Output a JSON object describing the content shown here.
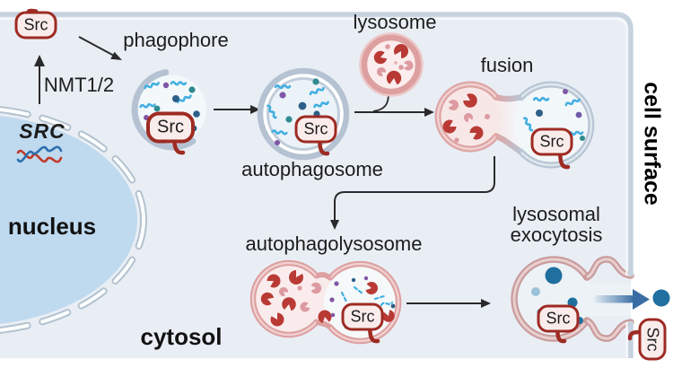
{
  "labels": {
    "phagophore": "phagophore",
    "lysosome": "lysosome",
    "fusion": "fusion",
    "autophagosome": "autophagosome",
    "autophagolysosome": "autophagolysosome",
    "lysosomal_exocytosis": "lysosomal exocytosis",
    "nmt": "NMT1/2",
    "src_gene": "SRC",
    "src_protein": "Src",
    "nucleus": "nucleus",
    "cytosol": "cytosol",
    "cell_surface": "cell surface"
  },
  "colors": {
    "cell_fill": "#e9eef5",
    "cell_membrane": "#c6d2de",
    "nucleus_fill": "#bfd9ee",
    "nuclear_envelope": "#b3c2cf",
    "src_border": "#9e2b23",
    "src_fill": "#faeceb",
    "phagophore_membrane": "#b4c2d2",
    "autophagosome_membrane": "#b4c2d2",
    "lysosome_membrane": "#dd9f9f",
    "autophagolysosome_membrane": "#dd9fa0",
    "exocytosis_membrane": "#c99c9d",
    "cargo_squiggle_blue": "#41aee1",
    "dot_purple": "#8055a5",
    "dot_teal": "#2e8b8f",
    "dot_navy": "#2c5f8a",
    "enzyme_dark_red": "#b93a34",
    "enzyme_pink": "#dd9aa0",
    "secretion_blue": "#1f6f9f",
    "secretion_arrow_blue": "#3a6da3",
    "arrow_black": "#2a2a2a",
    "dna_red": "#c0392b",
    "dna_blue": "#2a6fae"
  }
}
